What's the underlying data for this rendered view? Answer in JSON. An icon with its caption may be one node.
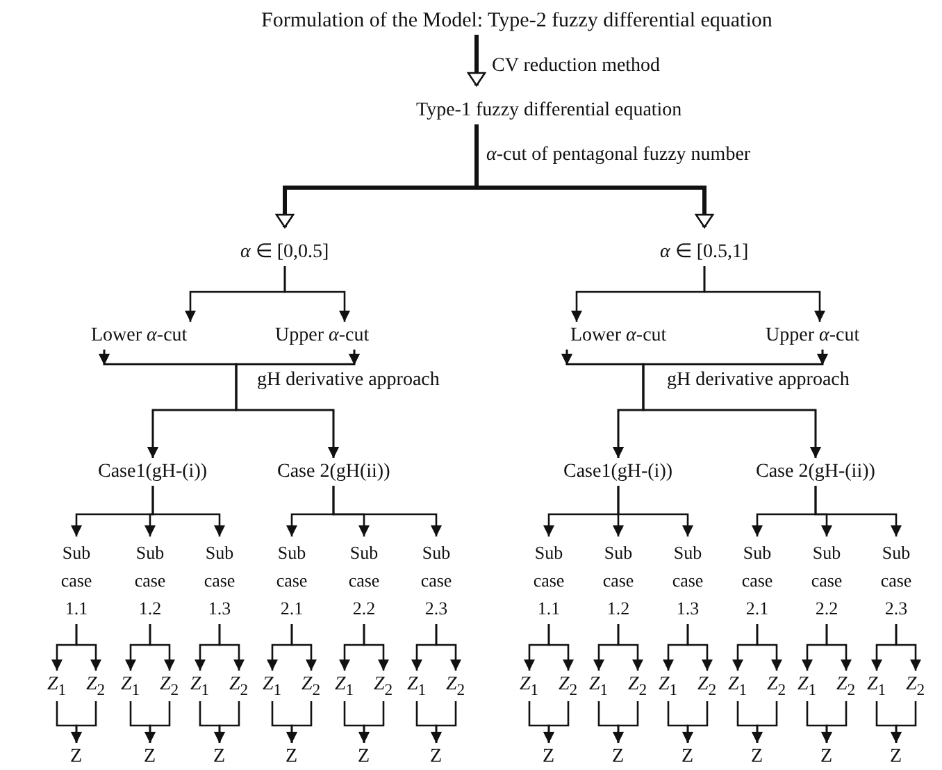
{
  "diagram": {
    "nodes": [
      {
        "text": [
          "Formulation of the Model: Type-2 fuzzy differential equation"
        ]
      },
      {
        "text": [
          "Type-1 fuzzy differential equation"
        ]
      },
      {
        "text": [
          "*α* ∈ [0,0.5]"
        ]
      },
      {
        "text": [
          "*α* ∈ [0.5,1]"
        ]
      },
      {
        "text": [
          "Lower *α*-cut"
        ]
      },
      {
        "text": [
          "Upper *α*-cut"
        ]
      },
      {
        "text": [
          "Case1(gH-(i))"
        ]
      },
      {
        "text": [
          "Case 2(gH(ii))"
        ]
      },
      {
        "text": [
          "Sub case 1.1"
        ]
      },
      {
        "text": [
          "Sub case 1.2"
        ]
      },
      {
        "text": [
          "Sub case 1.3"
        ]
      },
      {
        "text": [
          "Sub case 2.1"
        ]
      },
      {
        "text": [
          "Sub case 2.2"
        ]
      },
      {
        "text": [
          "Sub case 2.3"
        ]
      },
      {
        "text": [
          "Lower *α*-cut"
        ]
      },
      {
        "text": [
          "Upper *α*-cut"
        ]
      },
      {
        "text": [
          "Case1(gH-(i))"
        ]
      },
      {
        "text": [
          "Case 2(gH-(ii))"
        ]
      },
      {
        "text": [
          "Sub case 1.1"
        ]
      },
      {
        "text": [
          "Sub case 1.2"
        ]
      },
      {
        "text": [
          "Sub case 1.3"
        ]
      },
      {
        "text": [
          "Sub case 2.1"
        ]
      },
      {
        "text": [
          "Sub case 2.2"
        ]
      },
      {
        "text": [
          "Sub case 2.3"
        ]
      },
      {
        "text": [
          "*Z*$_{1}$"
        ]
      },
      {
        "text": [
          "*Z*$_{2}$"
        ]
      },
      {
        "text": [
          "*Z*$_{1}$"
        ]
      },
      {
        "text": [
          "*Z*$_{2}$"
        ]
      },
      {
        "text": [
          "*Z*$_{1}$"
        ]
      },
      {
        "text": [
          "*Z*$_{2}$"
        ]
      },
      {
        "text": [
          "*Z*$_{1}$"
        ]
      },
      {
        "text": [
          "*Z*$_{2}$"
        ]
      },
      {
        "text": [
          "*Z*$_{1}$"
        ]
      },
      {
        "text": [
          "*Z*$_{2}$"
        ]
      },
      {
        "text": [
          "*Z*$_{1}$"
        ]
      },
      {
        "text": [
          "*Z*$_{2}$"
        ]
      },
      {
        "text": [
          "*Z*$_{1}$"
        ]
      },
      {
        "text": [
          "*Z*$_{2}$"
        ]
      },
      {
        "text": [
          "*Z*$_{1}$"
        ]
      },
      {
        "text": [
          "*Z*$_{2}$"
        ]
      },
      {
        "text": [
          "*Z*$_{1}$"
        ]
      },
      {
        "text": [
          "*Z*$_{2}$"
        ]
      },
      {
        "text": [
          "*Z*$_{1}$"
        ]
      },
      {
        "text": [
          "*Z*$_{2}$"
        ]
      },
      {
        "text": [
          "*Z*$_{1}$"
        ]
      },
      {
        "text": [
          "*Z*$_{2}$"
        ]
      },
      {
        "text": [
          "*Z*$_{1}$"
        ]
      },
      {
        "text": [
          "*Z*$_{2}$"
        ]
      },
      {
        "text": [
          "Z"
        ]
      },
      {
        "text": [
          "Z"
        ]
      },
      {
        "text": [
          "Z"
        ]
      },
      {
        "text": [
          "Z"
        ]
      },
      {
        "text": [
          "Z"
        ]
      },
      {
        "text": [
          "Z"
        ]
      },
      {
        "text": [
          "Z"
        ]
      },
      {
        "text": [
          "Z"
        ]
      },
      {
        "text": [
          "Z"
        ]
      },
      {
        "text": [
          "Z"
        ]
      },
      {
        "text": [
          "Z"
        ]
      },
      {
        "text": [
          "Z"
        ]
      }
    ],
    "edges": [
      {
        "from": 0,
        "to": 1,
        "arrow": "to",
        "label": "CV reduction method",
        "style": "thick"
      },
      {
        "from": 1,
        "to": 2,
        "arrow": "to",
        "label": "*α*-cut of pentagonal fuzzy number",
        "style": "thick"
      },
      {
        "from": 1,
        "to": 3,
        "arrow": "to",
        "style": "thick"
      },
      {
        "from": 2,
        "to": 4,
        "arrow": "to"
      },
      {
        "from": 2,
        "to": 5,
        "arrow": "to"
      },
      {
        "from": 4,
        "to": 6,
        "arrow": "to",
        "label": "gH derivative approach"
      },
      {
        "from": 4,
        "to": 7,
        "arrow": "to"
      },
      {
        "from": 5,
        "to": 6,
        "arrow": "to"
      },
      {
        "from": 5,
        "to": 7,
        "arrow": "to"
      },
      {
        "from": 3,
        "to": 14,
        "arrow": "to"
      },
      {
        "from": 3,
        "to": 15,
        "arrow": "to"
      },
      {
        "from": 14,
        "to": 16,
        "arrow": "to",
        "label": "gH derivative approach"
      },
      {
        "from": 14,
        "to": 17,
        "arrow": "to"
      },
      {
        "from": 15,
        "to": 16,
        "arrow": "to"
      },
      {
        "from": 15,
        "to": 17,
        "arrow": "to"
      },
      {
        "from": 6,
        "to": 8,
        "arrow": "to"
      },
      {
        "from": 6,
        "to": 9,
        "arrow": "to"
      },
      {
        "from": 6,
        "to": 10,
        "arrow": "to"
      },
      {
        "from": 7,
        "to": 11,
        "arrow": "to"
      },
      {
        "from": 7,
        "to": 12,
        "arrow": "to"
      },
      {
        "from": 7,
        "to": 13,
        "arrow": "to"
      },
      {
        "from": 16,
        "to": 18,
        "arrow": "to"
      },
      {
        "from": 16,
        "to": 19,
        "arrow": "to"
      },
      {
        "from": 16,
        "to": 20,
        "arrow": "to"
      },
      {
        "from": 17,
        "to": 21,
        "arrow": "to"
      },
      {
        "from": 17,
        "to": 22,
        "arrow": "to"
      },
      {
        "from": 17,
        "to": 23,
        "arrow": "to"
      },
      {
        "from": 8,
        "to": 24,
        "arrow": "to"
      },
      {
        "from": 8,
        "to": 25,
        "arrow": "to"
      },
      {
        "from": 9,
        "to": 26,
        "arrow": "to"
      },
      {
        "from": 9,
        "to": 27,
        "arrow": "to"
      },
      {
        "from": 10,
        "to": 28,
        "arrow": "to"
      },
      {
        "from": 10,
        "to": 29,
        "arrow": "to"
      },
      {
        "from": 11,
        "to": 30,
        "arrow": "to"
      },
      {
        "from": 11,
        "to": 31,
        "arrow": "to"
      },
      {
        "from": 12,
        "to": 32,
        "arrow": "to"
      },
      {
        "from": 12,
        "to": 33,
        "arrow": "to"
      },
      {
        "from": 13,
        "to": 34,
        "arrow": "to"
      },
      {
        "from": 13,
        "to": 35,
        "arrow": "to"
      },
      {
        "from": 18,
        "to": 36,
        "arrow": "to"
      },
      {
        "from": 18,
        "to": 37,
        "arrow": "to"
      },
      {
        "from": 19,
        "to": 38,
        "arrow": "to"
      },
      {
        "from": 19,
        "to": 39,
        "arrow": "to"
      },
      {
        "from": 20,
        "to": 40,
        "arrow": "to"
      },
      {
        "from": 20,
        "to": 41,
        "arrow": "to"
      },
      {
        "from": 21,
        "to": 42,
        "arrow": "to"
      },
      {
        "from": 21,
        "to": 43,
        "arrow": "to"
      },
      {
        "from": 22,
        "to": 44,
        "arrow": "to"
      },
      {
        "from": 22,
        "to": 45,
        "arrow": "to"
      },
      {
        "from": 23,
        "to": 46,
        "arrow": "to"
      },
      {
        "from": 23,
        "to": 47,
        "arrow": "to"
      },
      {
        "from": 24,
        "to": 48,
        "arrow": "to"
      },
      {
        "from": 25,
        "to": 48,
        "arrow": "to"
      },
      {
        "from": 26,
        "to": 49,
        "arrow": "to"
      },
      {
        "from": 27,
        "to": 49,
        "arrow": "to"
      },
      {
        "from": 28,
        "to": 50,
        "arrow": "to"
      },
      {
        "from": 29,
        "to": 50,
        "arrow": "to"
      },
      {
        "from": 30,
        "to": 51,
        "arrow": "to"
      },
      {
        "from": 31,
        "to": 51,
        "arrow": "to"
      },
      {
        "from": 32,
        "to": 52,
        "arrow": "to"
      },
      {
        "from": 33,
        "to": 52,
        "arrow": "to"
      },
      {
        "from": 34,
        "to": 53,
        "arrow": "to"
      },
      {
        "from": 35,
        "to": 53,
        "arrow": "to"
      },
      {
        "from": 36,
        "to": 54,
        "arrow": "to"
      },
      {
        "from": 37,
        "to": 54,
        "arrow": "to"
      },
      {
        "from": 38,
        "to": 55,
        "arrow": "to"
      },
      {
        "from": 39,
        "to": 55,
        "arrow": "to"
      },
      {
        "from": 40,
        "to": 56,
        "arrow": "to"
      },
      {
        "from": 41,
        "to": 56,
        "arrow": "to"
      },
      {
        "from": 42,
        "to": 57,
        "arrow": "to"
      },
      {
        "from": 43,
        "to": 57,
        "arrow": "to"
      },
      {
        "from": 44,
        "to": 58,
        "arrow": "to"
      },
      {
        "from": 45,
        "to": 58,
        "arrow": "to"
      },
      {
        "from": 46,
        "to": 59,
        "arrow": "to"
      },
      {
        "from": 47,
        "to": 59,
        "arrow": "to"
      }
    ]
  }
}
